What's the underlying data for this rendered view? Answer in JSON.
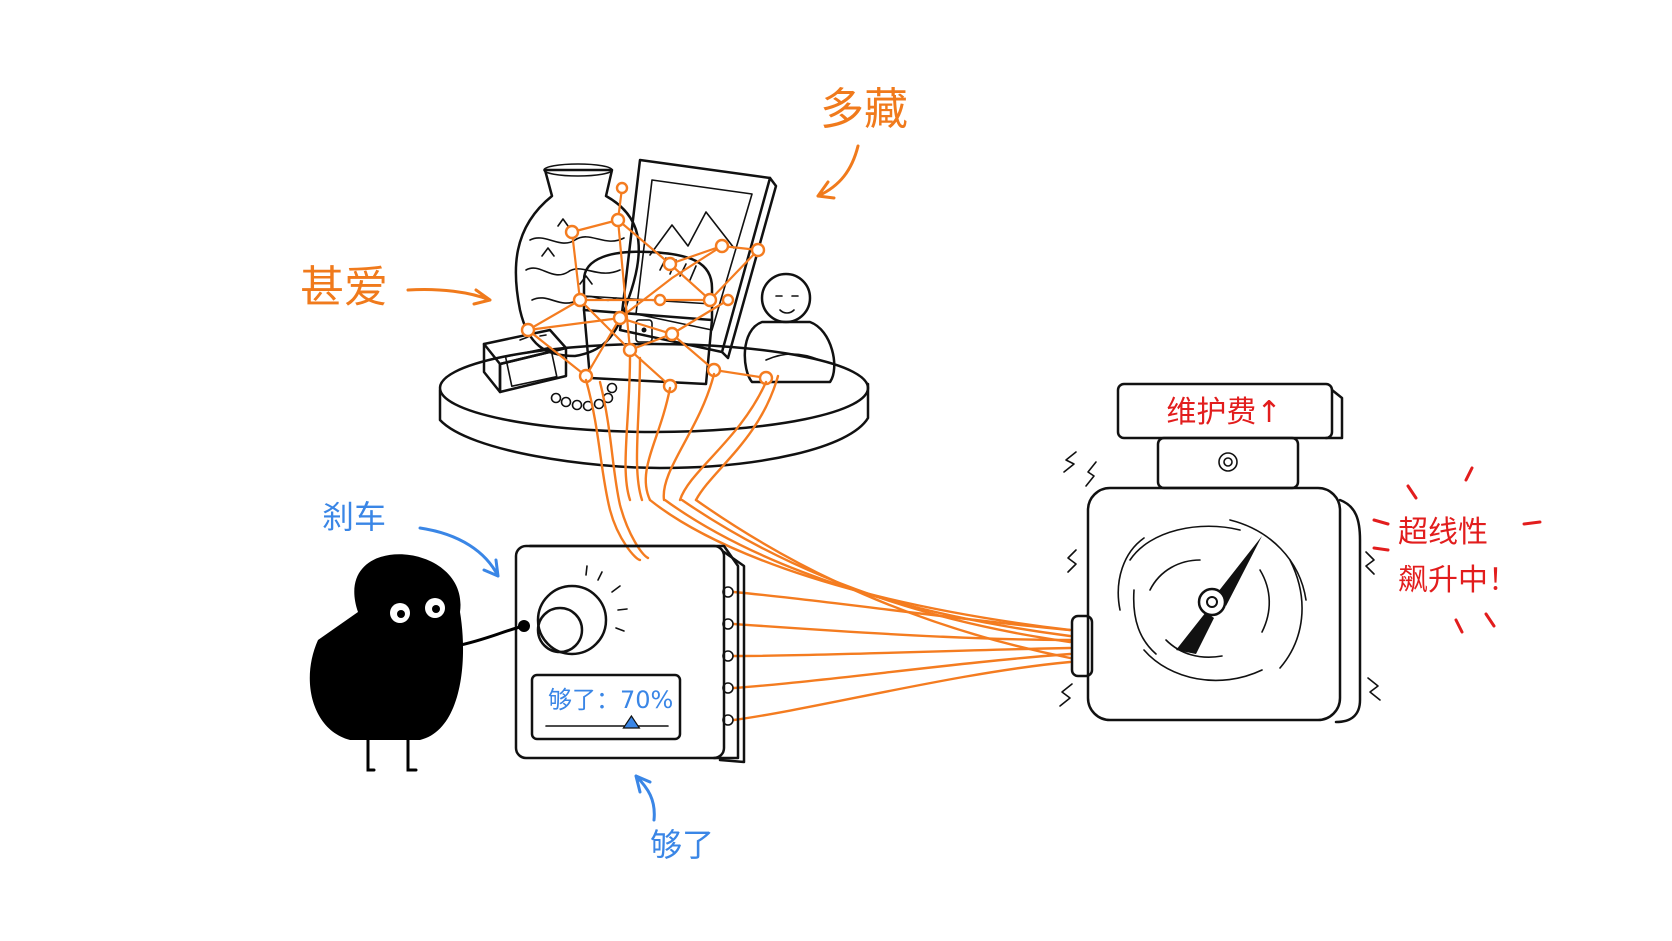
{
  "labels": {
    "many_collections": "多藏",
    "deep_love": "甚爱",
    "brake": "刹车",
    "enough": "够了",
    "maintenance_fee": "维护费↑",
    "superlinear_line1": "超线性",
    "superlinear_line2": "飙升中！"
  },
  "controller": {
    "display_text": "够了：70%",
    "slider_value": 0.7
  },
  "colors": {
    "orange": "#f47c20",
    "blue": "#3a86e6",
    "red": "#e21d1d",
    "ink": "#111111"
  }
}
